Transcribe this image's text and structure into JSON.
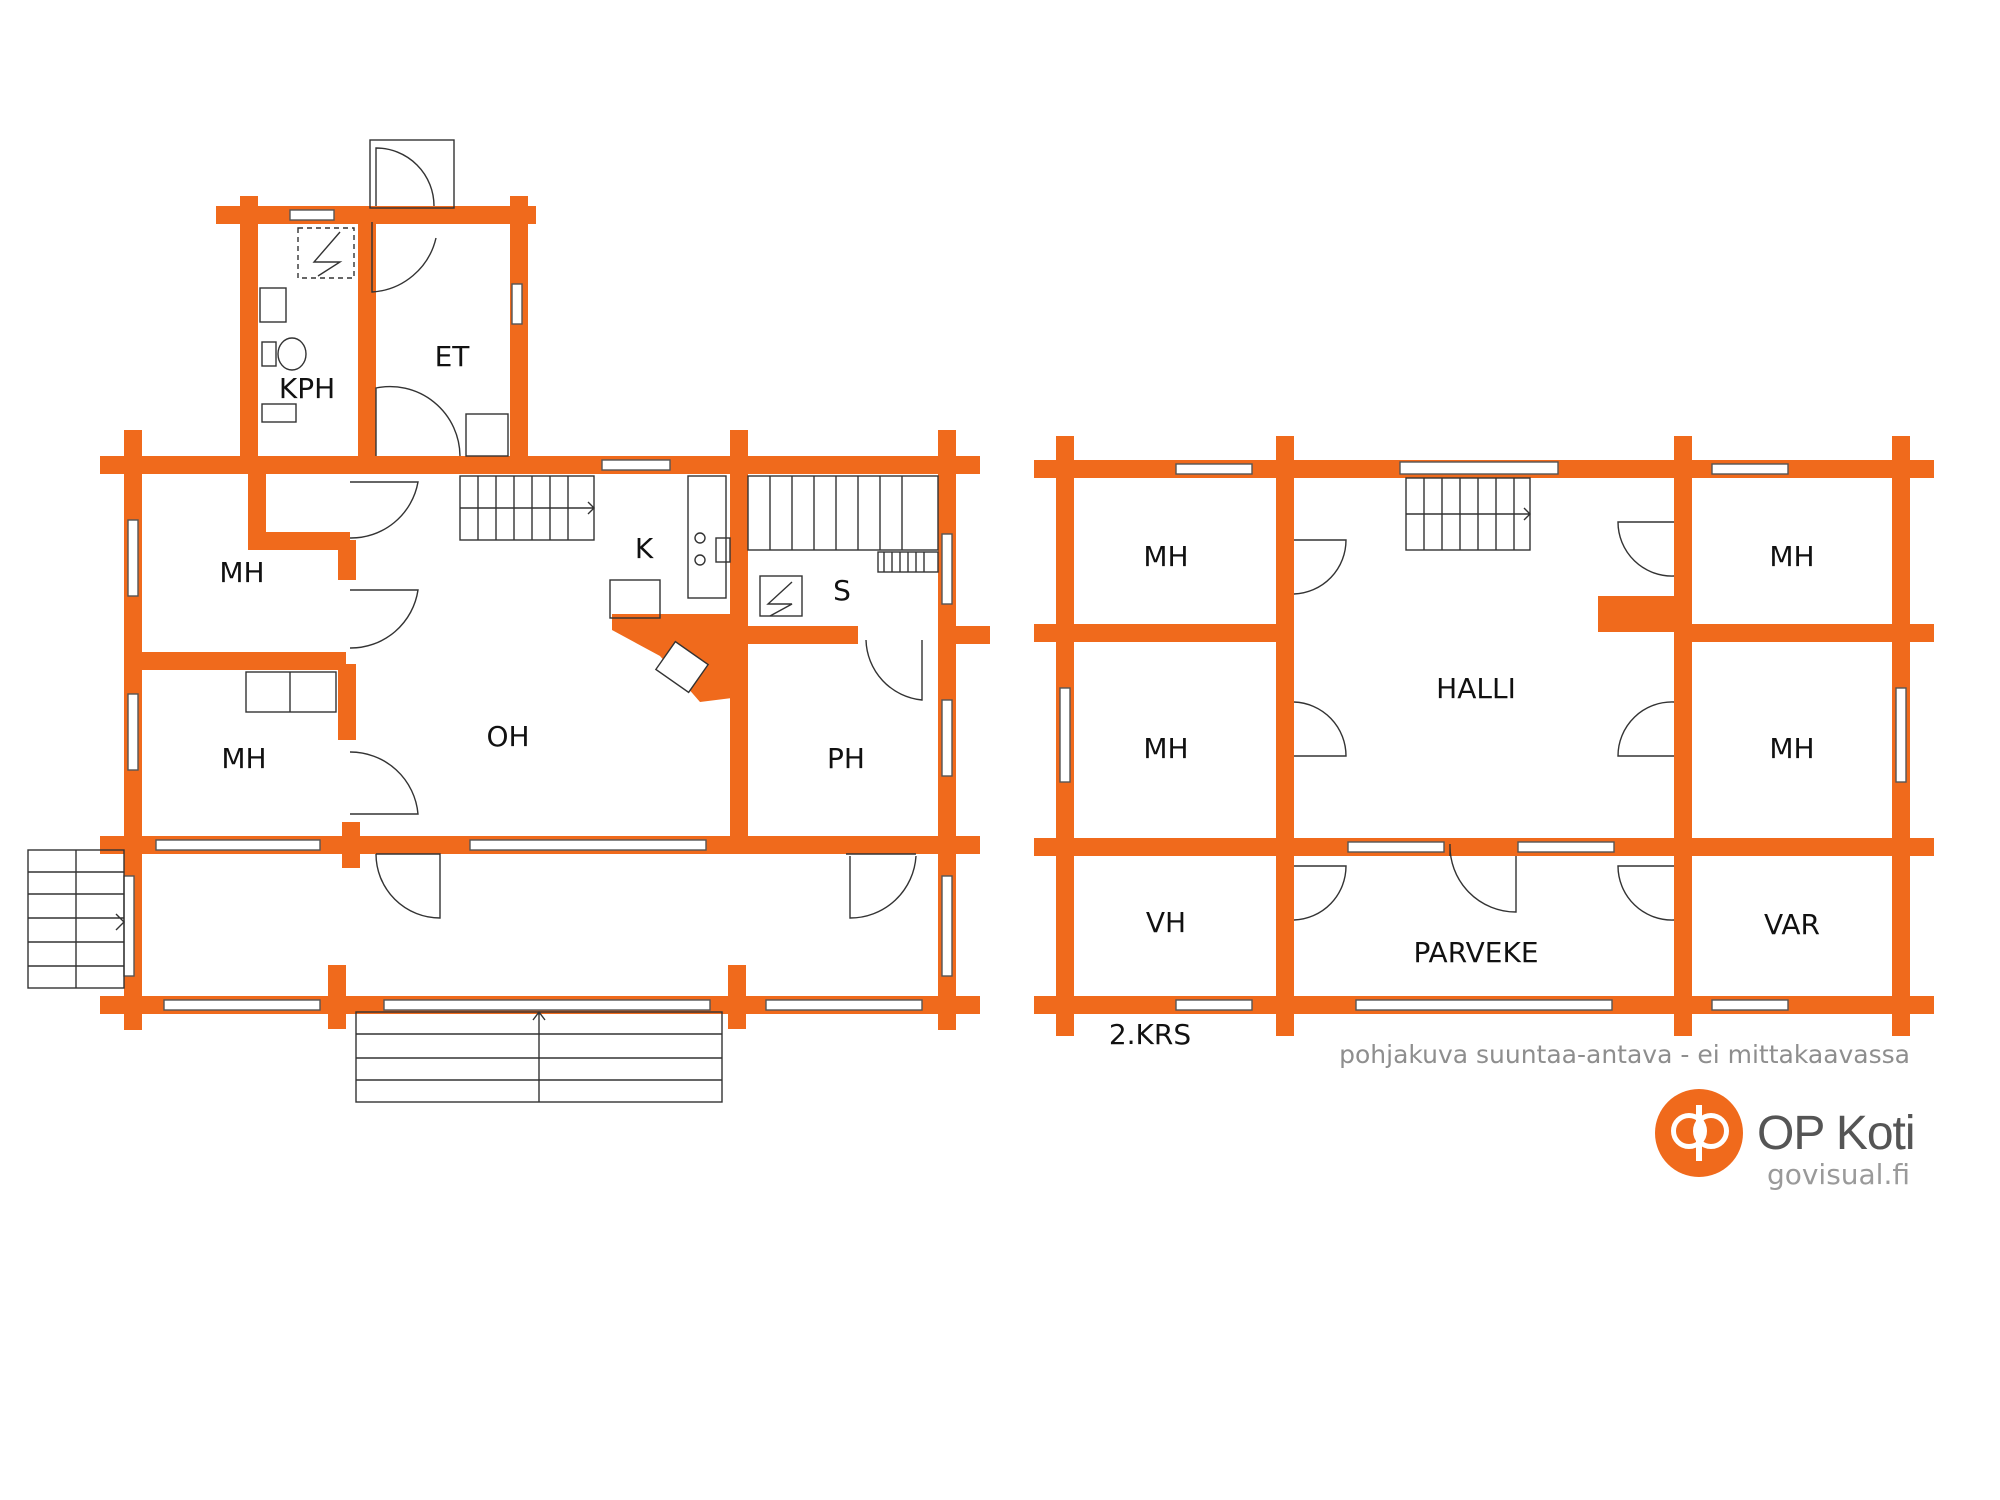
{
  "colors": {
    "wall": "#f06a1c",
    "line": "#333333",
    "background": "#ffffff",
    "caption": "#8e8e8e"
  },
  "floor1": {
    "rooms": {
      "kph": "KPH",
      "et": "ET",
      "k": "K",
      "s": "S",
      "mh_top": "MH",
      "mh_bottom": "MH",
      "oh": "OH",
      "ph": "PH"
    }
  },
  "floor2": {
    "rooms": {
      "mh_top_left": "MH",
      "mh_mid_left": "MH",
      "vh": "VH",
      "halli": "HALLI",
      "parveke": "PARVEKE",
      "mh_top_right": "MH",
      "mh_mid_right": "MH",
      "var": "VAR"
    },
    "level_label": "2.KRS"
  },
  "caption": "pohjakuva suuntaa-antava - ei mittakaavassa",
  "brand": {
    "name": "OP Koti",
    "icon": "op-logo-icon",
    "site": "govisual.fi"
  }
}
